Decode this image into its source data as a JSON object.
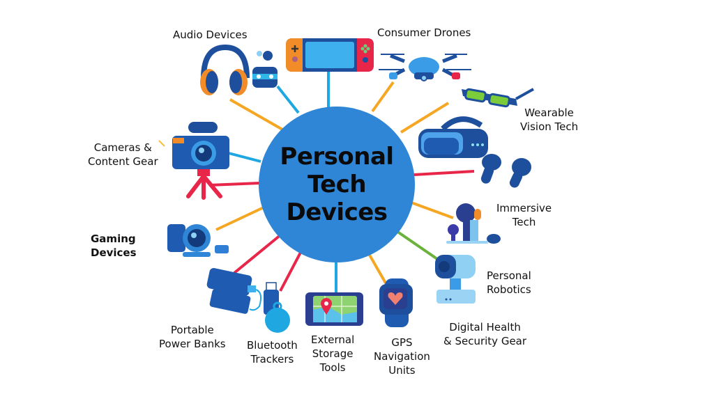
{
  "center": {
    "line1": "Personal",
    "line2": "Tech",
    "line3": "Devices",
    "color": "#2f86d6"
  },
  "colors": {
    "orange": "#f5a623",
    "cyan": "#1ea7e1",
    "red": "#e8264a",
    "green": "#6ab23a",
    "navy": "#1e4f9c",
    "blue": "#2f7fd6"
  },
  "categories": [
    {
      "id": "audio",
      "lines": [
        "Audio Devices"
      ],
      "icon": "headphones-icon"
    },
    {
      "id": "drones",
      "lines": [
        "Consumer Drones"
      ],
      "icon": "drone-icon"
    },
    {
      "id": "vision",
      "lines": [
        "Wearable",
        "Vision Tech"
      ],
      "icon": "smart-glasses-icon"
    },
    {
      "id": "immersive",
      "lines": [
        "Immersive",
        "Tech"
      ],
      "icon": "vr-controller-icon"
    },
    {
      "id": "robotics",
      "lines": [
        "Personal",
        "Robotics"
      ],
      "icon": "robot-camera-icon"
    },
    {
      "id": "health",
      "lines": [
        "Digital Health",
        "& Security Gear"
      ],
      "icon": "smartwatch-icon"
    },
    {
      "id": "gps",
      "lines": [
        "GPS",
        "Navigation",
        "Units"
      ],
      "icon": "gps-device-icon"
    },
    {
      "id": "storage",
      "lines": [
        "External",
        "Storage",
        "Tools"
      ],
      "icon": "usb-drive-icon"
    },
    {
      "id": "trackers",
      "lines": [
        "Bluetooth",
        "Trackers"
      ],
      "icon": "tracker-tag-icon"
    },
    {
      "id": "power",
      "lines": [
        "Portable",
        "Power Banks"
      ],
      "icon": "power-bank-icon"
    },
    {
      "id": "gaming",
      "lines": [
        "Gaming",
        "Devices"
      ],
      "icon": "webcam-icon"
    },
    {
      "id": "cameras",
      "lines": [
        "Cameras &",
        "Content Gear"
      ],
      "icon": "camera-tripod-icon"
    }
  ]
}
